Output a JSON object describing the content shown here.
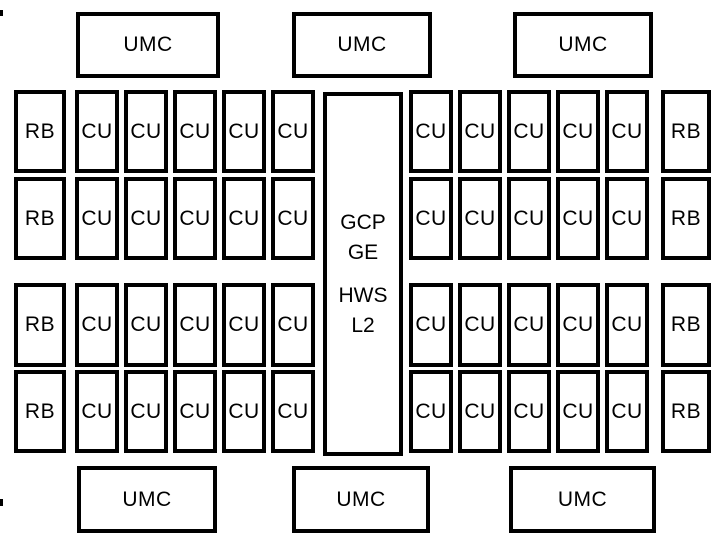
{
  "labels": {
    "umc": "UMC",
    "cu": "CU",
    "rb": "RB"
  },
  "center_block": {
    "lines": [
      "GCP",
      "GE",
      "HWS",
      "L2"
    ]
  },
  "layout_summary": {
    "top_umc_count": 3,
    "bottom_umc_count": 3,
    "cu_rows": 4,
    "cu_per_row_per_side": 5,
    "rb_per_side": 4
  },
  "colors": {
    "border": "#000000",
    "background": "#ffffff",
    "text": "#000000"
  }
}
